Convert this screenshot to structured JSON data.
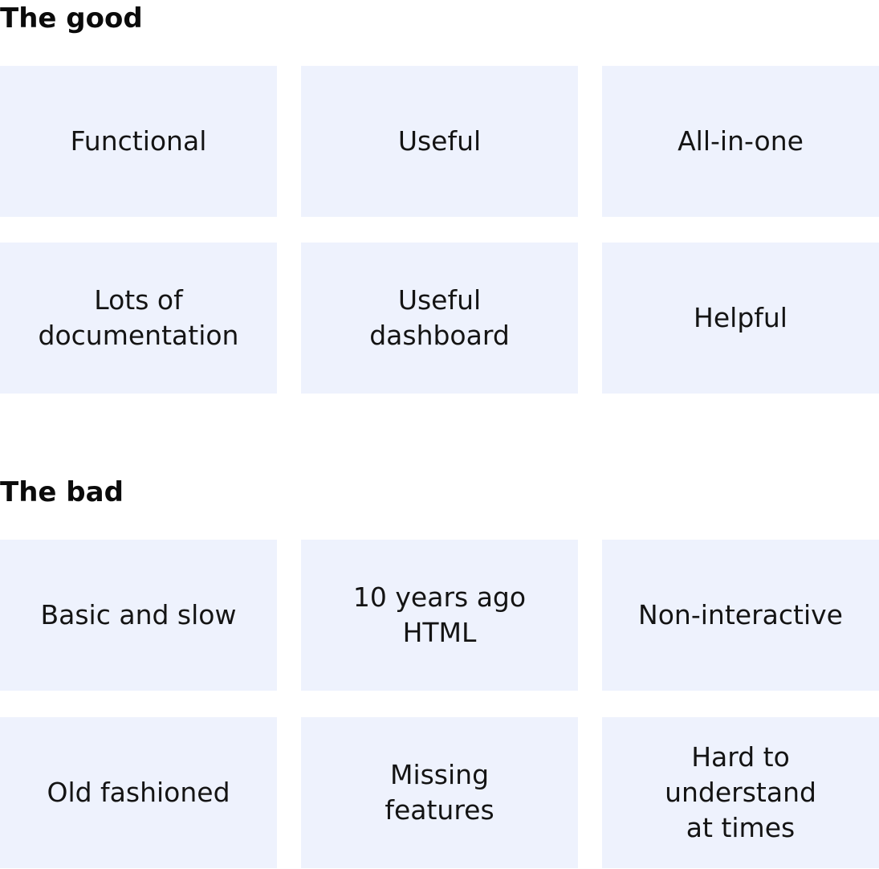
{
  "good": {
    "title": "The good",
    "items": [
      {
        "label": "Functional"
      },
      {
        "label": "Useful"
      },
      {
        "label": "All-in-one"
      },
      {
        "label": "Lots of\ndocumentation"
      },
      {
        "label": "Useful\ndashboard"
      },
      {
        "label": "Helpful"
      }
    ]
  },
  "bad": {
    "title": "The bad",
    "items": [
      {
        "label": "Basic and slow"
      },
      {
        "label": "10 years ago\nHTML"
      },
      {
        "label": "Non-interactive"
      },
      {
        "label": "Old fashioned"
      },
      {
        "label": "Missing\nfeatures"
      },
      {
        "label": "Hard to\nunderstand\nat times"
      }
    ]
  },
  "colors": {
    "tile_background": "#eef2fd",
    "text": "#141414"
  }
}
